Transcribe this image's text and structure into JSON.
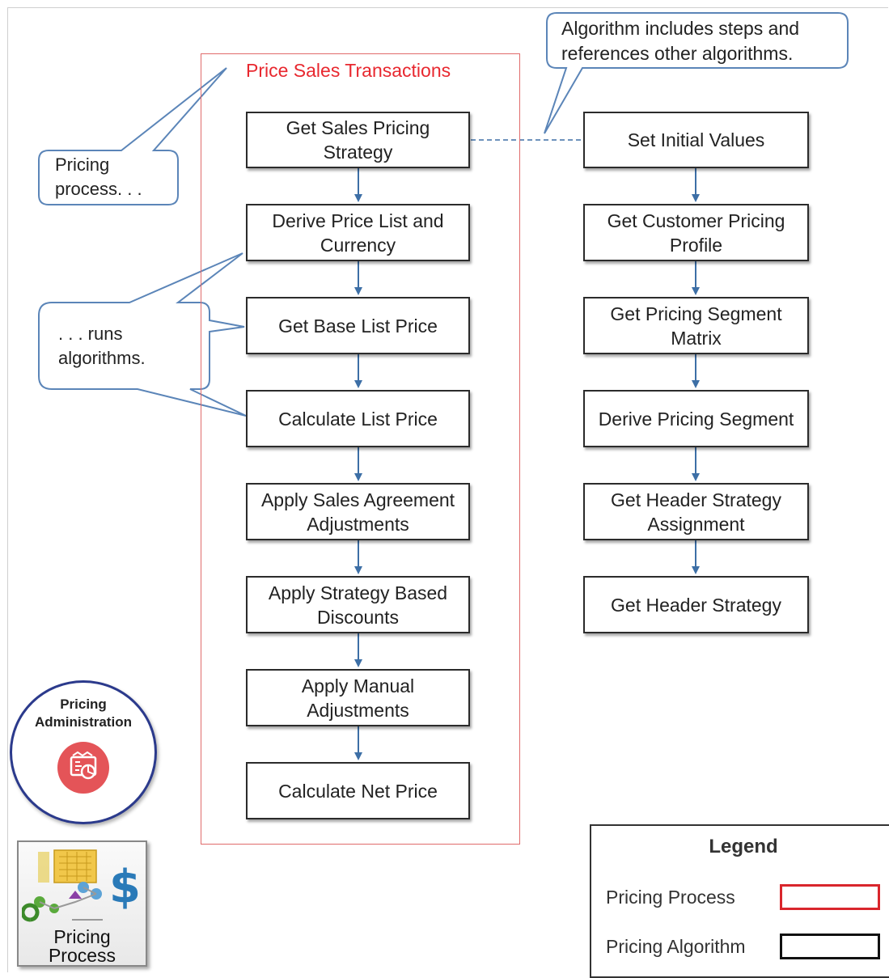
{
  "process": {
    "title": "Price Sales Transactions",
    "steps": [
      "Get Sales Pricing Strategy",
      "Derive  Price List and Currency",
      "Get Base List Price",
      "Calculate List Price",
      "Apply Sales Agreement Adjustments",
      "Apply Strategy  Based Discounts",
      "Apply Manual Adjustments",
      "Calculate Net Price"
    ]
  },
  "algorithm": {
    "steps": [
      "Set Initial Values",
      "Get Customer Pricing Profile",
      "Get Pricing Segment Matrix",
      "Derive  Pricing Segment",
      "Get Header Strategy Assignment",
      "Get Header  Strategy"
    ]
  },
  "callouts": {
    "pricing_process": "Pricing process. . .",
    "runs_algorithms": ". . . runs algorithms.",
    "algorithm_includes": "Algorithm includes steps and references  other algorithms."
  },
  "legend": {
    "title": "Legend",
    "process_label": "Pricing Process",
    "algorithm_label": "Pricing Algorithm",
    "process_color": "#d9262c",
    "algorithm_color": "#111111"
  },
  "badge": {
    "line1": "Pricing",
    "line2": "Administration",
    "icon": "pricing-administration-icon"
  },
  "tile": {
    "line1": "Pricing",
    "line2": "Process",
    "icon": "pricing-process-icon"
  },
  "colors": {
    "arrow": "#3d6fa6",
    "callout_border": "#5b85b8",
    "process_border": "#e06b6b",
    "process_title": "#e8282f"
  }
}
